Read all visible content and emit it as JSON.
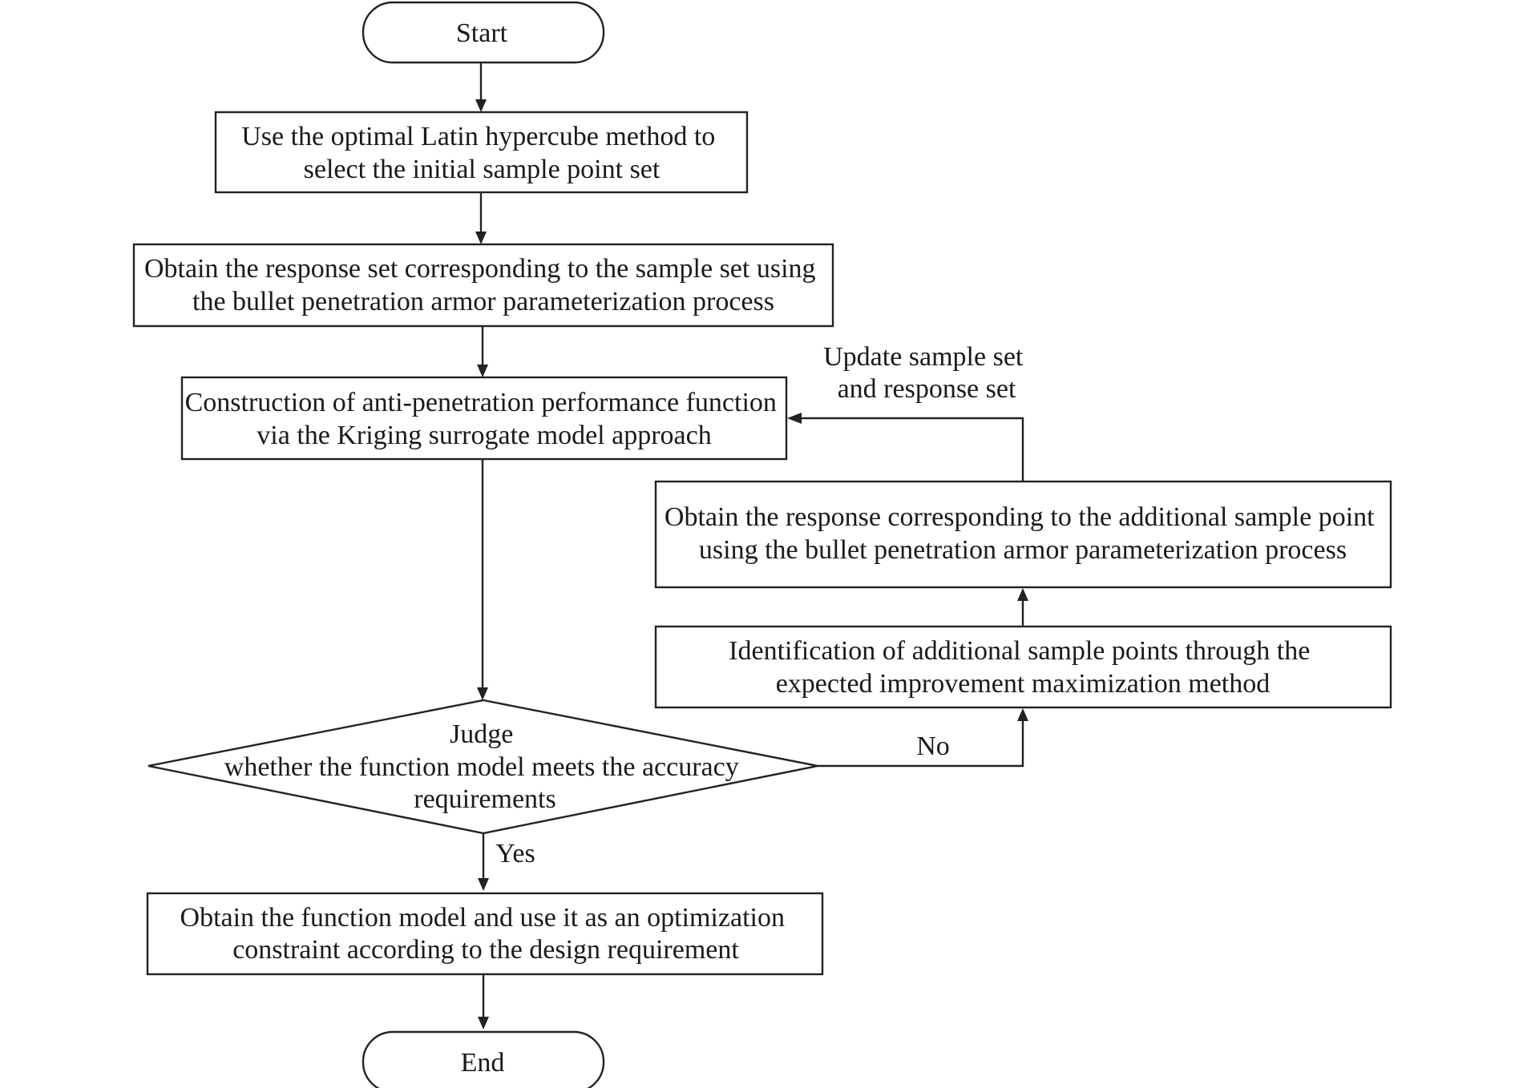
{
  "nodes": {
    "start": {
      "lines": [
        "Start"
      ]
    },
    "select_samples": {
      "lines": [
        "Use the optimal Latin hypercube method to",
        "select the initial sample point set"
      ]
    },
    "obtain_response_set": {
      "lines": [
        "Obtain the response set corresponding to the sample set using",
        "the bullet penetration armor parameterization process"
      ]
    },
    "construct_function": {
      "lines": [
        "Construction of anti-penetration performance function",
        "via the Kriging surrogate model approach"
      ]
    },
    "judge_accuracy": {
      "lines": [
        "Judge",
        "whether the function model meets the accuracy",
        "requirements"
      ]
    },
    "obtain_model": {
      "lines": [
        "Obtain the function model and use it as an optimization",
        "constraint according to the design requirement"
      ]
    },
    "end": {
      "lines": [
        "End"
      ]
    },
    "identify_points": {
      "lines": [
        "Identification of additional sample points through the",
        "expected improvement maximization method"
      ]
    },
    "obtain_additional_response": {
      "lines": [
        "Obtain the response corresponding to the additional sample point",
        "using the bullet penetration armor parameterization process"
      ]
    }
  },
  "edge_labels": {
    "no": "No",
    "yes": "Yes",
    "update": [
      "Update sample set",
      "and response set"
    ]
  }
}
